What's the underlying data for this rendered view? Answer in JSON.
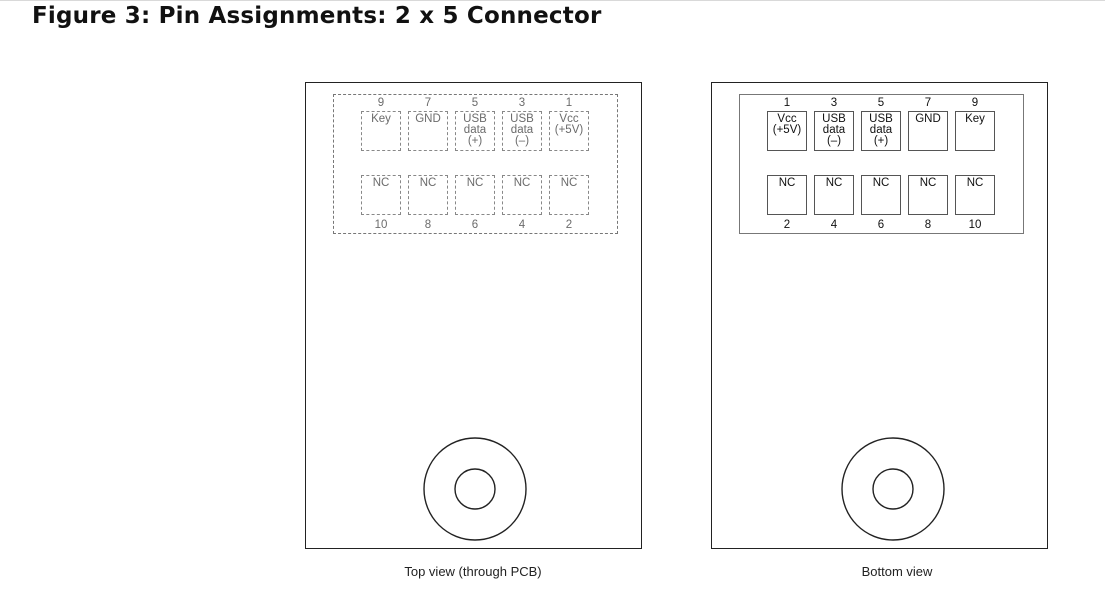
{
  "figure": {
    "title": "Figure 3: Pin Assignments: 2 x 5 Connector"
  },
  "top_view": {
    "caption": "Top view (through PCB)",
    "top_row": [
      {
        "pin": "9",
        "label": "Key"
      },
      {
        "pin": "7",
        "label": "GND"
      },
      {
        "pin": "5",
        "label": "USB\ndata\n(+)"
      },
      {
        "pin": "3",
        "label": "USB\ndata\n(–)"
      },
      {
        "pin": "1",
        "label": "Vcc\n(+5V)"
      }
    ],
    "bottom_row": [
      {
        "pin": "10",
        "label": "NC"
      },
      {
        "pin": "8",
        "label": "NC"
      },
      {
        "pin": "6",
        "label": "NC"
      },
      {
        "pin": "4",
        "label": "NC"
      },
      {
        "pin": "2",
        "label": "NC"
      }
    ]
  },
  "bottom_view": {
    "caption": "Bottom view",
    "top_row": [
      {
        "pin": "1",
        "label": "Vcc\n(+5V)"
      },
      {
        "pin": "3",
        "label": "USB\ndata\n(–)"
      },
      {
        "pin": "5",
        "label": "USB\ndata\n(+)"
      },
      {
        "pin": "7",
        "label": "GND"
      },
      {
        "pin": "9",
        "label": "Key"
      }
    ],
    "bottom_row": [
      {
        "pin": "2",
        "label": "NC"
      },
      {
        "pin": "4",
        "label": "NC"
      },
      {
        "pin": "6",
        "label": "NC"
      },
      {
        "pin": "8",
        "label": "NC"
      },
      {
        "pin": "10",
        "label": "NC"
      }
    ]
  }
}
